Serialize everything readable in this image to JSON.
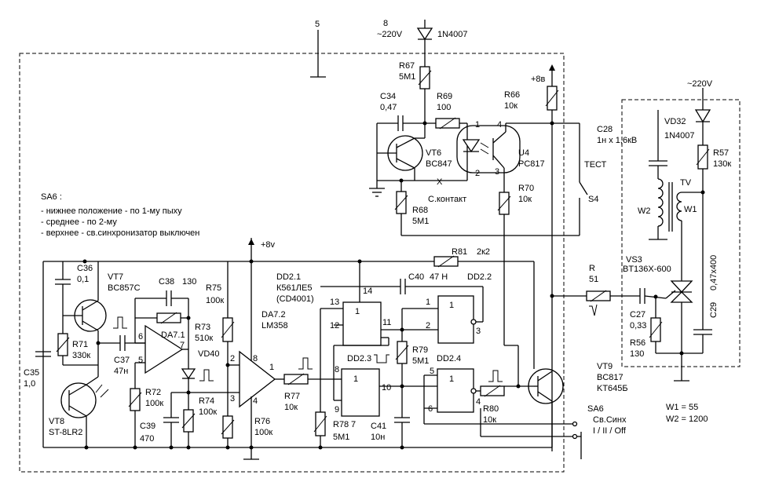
{
  "labels": {
    "pin5": "5",
    "pin8": "8",
    "mains_in": "~220V",
    "d_1n4007_top": "1N4007",
    "r67": "R67",
    "r67_v": "5М1",
    "c34": "C34",
    "c34_v": "0,47",
    "r69": "R69",
    "r69_v": "100",
    "r66": "R66",
    "r66_v": "10к",
    "plus8v_top": "+8в",
    "vt6": "VT6",
    "vt6_t": "BC847",
    "u4": "U4",
    "u4_t": "PC817",
    "u4_p1": "1",
    "u4_p2": "2",
    "u4_p3": "3",
    "u4_p4": "4",
    "test": "ТЕСТ",
    "s4": "S4",
    "r68": "R68",
    "r68_v": "5М1",
    "s_contact": "С.контакт",
    "r70": "R70",
    "r70_v": "10к",
    "mains_right": "~220V",
    "c28": "C28",
    "c28_v": "1н х 1,6кВ",
    "vd32": "VD32",
    "vd32_t": "1N4007",
    "r57": "R57",
    "r57_v": "130к",
    "tv": "TV",
    "w1": "W1",
    "w2": "W2",
    "vs3": "VS3",
    "vs3_t": "BT136X-600",
    "c29": "C29",
    "c29_v": "0,47х400",
    "r_gate": "R",
    "r_gate_v": "51",
    "c27": "C27",
    "c27_v": "0,33",
    "r56": "R56",
    "r56_v": "130",
    "sa6_title": "SA6 :",
    "sa6_l1": "- нижнее положение - по 1-му пыху",
    "sa6_l2": "- среднее - по 2-му",
    "sa6_l3": "- верхнее - св.синхронизатор выключен",
    "plus8v_mid": "+8v",
    "r81": "R81",
    "r81_v": "2к2",
    "c36": "C36",
    "c36_v": "0,1",
    "vt7": "VT7",
    "vt7_t": "BC857C",
    "c38": "C38",
    "c38_v": "130",
    "r75": "R75",
    "r75_v": "100к",
    "dd21": "DD2.1",
    "dd21_t": "К561ЛЕ5",
    "dd21_t2": "(CD4001)",
    "c40": "C40",
    "c40_v": "47 Н",
    "dd22": "DD2.2",
    "r71": "R71",
    "r71_v": "330к",
    "c37": "C37",
    "c37_v": "47н",
    "da71": "DA7.1",
    "r73": "R73",
    "r73_v": "510к",
    "vd40": "VD40",
    "da72": "DA7.2",
    "da72_t": "LM358",
    "c35": "C35",
    "c35_v": "1,0",
    "r72": "R72",
    "r72_v": "100к",
    "r74": "R74",
    "r74_v": "100к",
    "r77": "R77",
    "r77_v": "10к",
    "r76": "R76",
    "r76_v": "100к",
    "dd23": "DD2.3",
    "r79": "R79",
    "r79_v": "5М1",
    "dd24": "DD2.4",
    "vt9": "VT9",
    "vt9_t": "BC817",
    "vt9_t2": "KT645Б",
    "vt8": "VT8",
    "vt8_t": "ST-8LR2",
    "c39": "C39",
    "c39_v": "470",
    "r78": "R78",
    "r78_v": "7",
    "r78_v2": "5М1",
    "c41": "C41",
    "c41_v": "10н",
    "r80": "R80",
    "r80_v": "10к",
    "sa6": "SA6",
    "sa6_sync": "Св.Синх",
    "sa6_pos": "I / II / Off",
    "w1_turns": "W1 =      55",
    "w2_turns": "W2 = 1200",
    "n1": "1",
    "n2": "2",
    "n3": "3",
    "n4": "4",
    "n5": "5",
    "n6": "6",
    "n7": "7",
    "n8": "8",
    "n9": "9",
    "n10": "10",
    "n11": "11",
    "n12": "12",
    "n13": "13",
    "n14": "14",
    "x_mark": "X"
  }
}
